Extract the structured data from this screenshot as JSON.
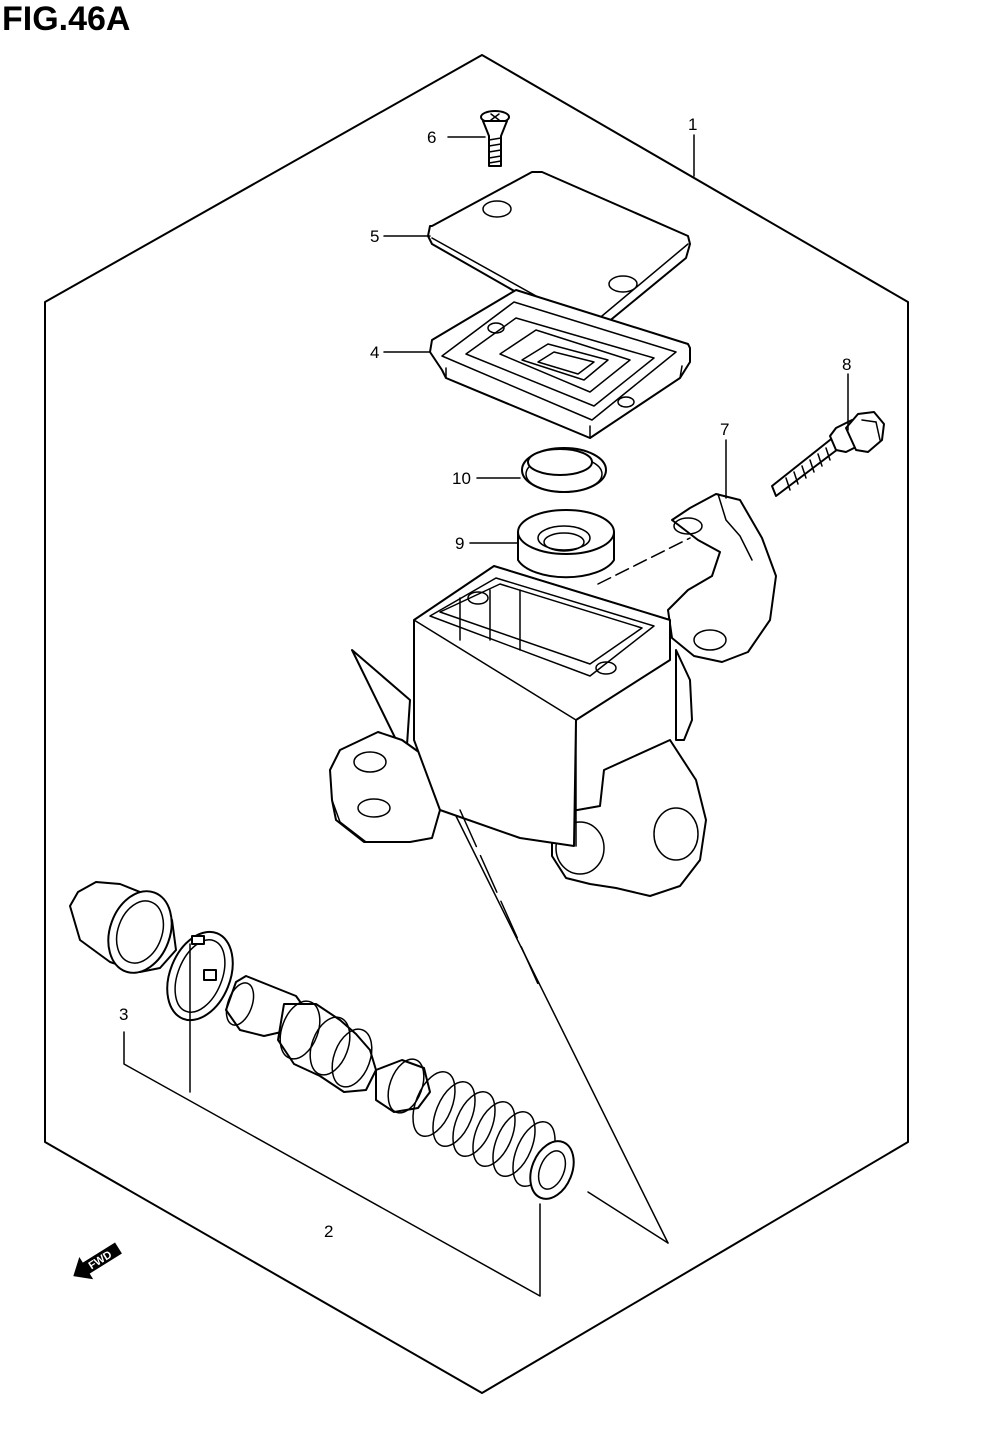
{
  "figure": {
    "title": "FIG.46A",
    "direction_arrow_label": "FWD"
  },
  "callouts": [
    {
      "number": "1",
      "part": "master cylinder assembly"
    },
    {
      "number": "2",
      "part": "piston/cup set"
    },
    {
      "number": "3",
      "part": "boot"
    },
    {
      "number": "4",
      "part": "diaphragm"
    },
    {
      "number": "5",
      "part": "reservoir cap"
    },
    {
      "number": "6",
      "part": "screw"
    },
    {
      "number": "7",
      "part": "holder"
    },
    {
      "number": "8",
      "part": "bolt"
    },
    {
      "number": "9",
      "part": "reservoir bushing"
    },
    {
      "number": "10",
      "part": "plate"
    }
  ],
  "colors": {
    "line": "#000000",
    "background": "#ffffff"
  }
}
